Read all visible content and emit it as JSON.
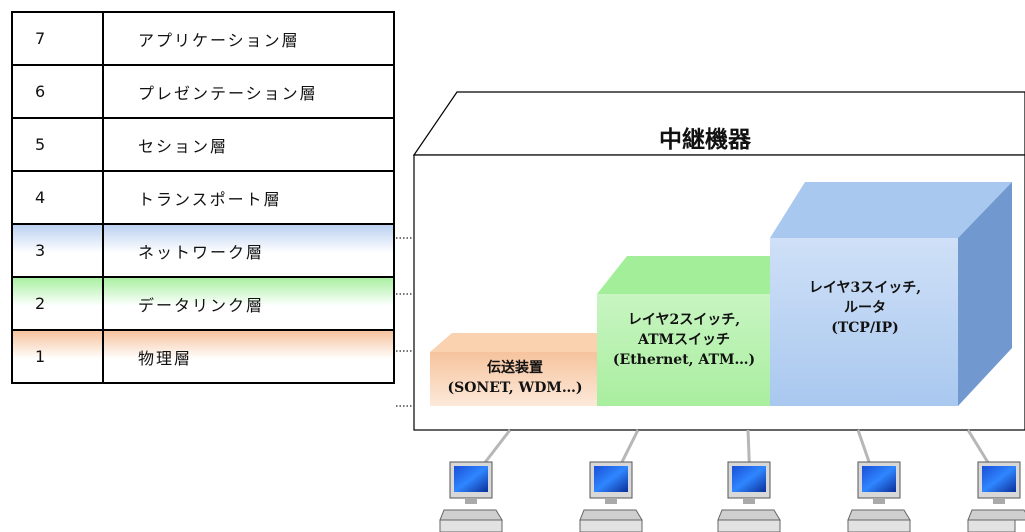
{
  "layers": [
    {
      "num": "7",
      "name": "アプリケーション層"
    },
    {
      "num": "6",
      "name": "プレゼンテーション層"
    },
    {
      "num": "5",
      "name": "セション層"
    },
    {
      "num": "4",
      "name": "トランスポート層"
    },
    {
      "num": "3",
      "name": "ネットワーク層"
    },
    {
      "num": "2",
      "name": "データリンク層"
    },
    {
      "num": "1",
      "name": "物理層"
    }
  ],
  "relay": {
    "title": "中継機器",
    "box1": {
      "line1": "伝送装置",
      "line2": "(SONET, WDM…)"
    },
    "box2": {
      "line1": "レイヤ2スイッチ,",
      "line2": "ATMスイッチ",
      "line3": "(Ethernet, ATM…)"
    },
    "box3": {
      "line1": "レイヤ3スイッチ,",
      "line2": "ルータ",
      "line3": "(TCP/IP)"
    }
  },
  "colors": {
    "layer3": "#bcd1f1",
    "layer2": "#a9f0a2",
    "layer1": "#f6c39d"
  }
}
